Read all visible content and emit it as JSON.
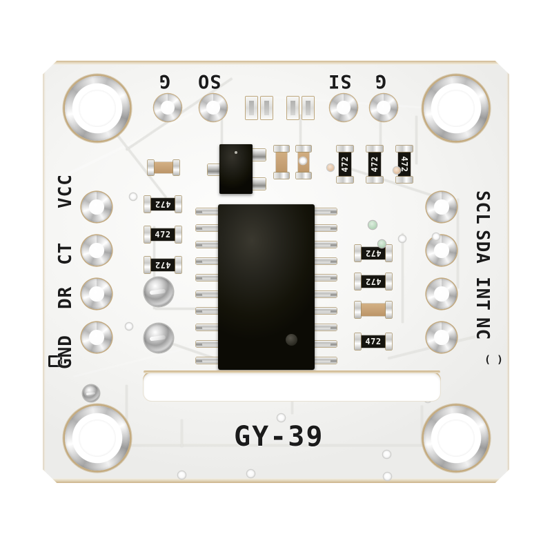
{
  "board": {
    "name": "GY-39",
    "silkscreen_label": "GY-39",
    "substrate_color": "#c9ae80",
    "soldermask_color": "#f5f5f3",
    "background_color": "#ffffff"
  },
  "headers": {
    "top": {
      "orientation": "inverted",
      "pins": [
        {
          "label": "G",
          "name": "ground"
        },
        {
          "label": "SO",
          "name": "spi-miso"
        },
        {
          "label": "SI",
          "name": "spi-mosi"
        },
        {
          "label": "G",
          "name": "ground"
        }
      ]
    },
    "left": {
      "orientation": "rotated-90",
      "pins": [
        {
          "label": "VCC",
          "name": "power"
        },
        {
          "label": "CT",
          "name": "chip-select"
        },
        {
          "label": "DR",
          "name": "data-ready"
        },
        {
          "label": "GND",
          "name": "ground"
        }
      ]
    },
    "right": {
      "orientation": "rotated-90",
      "pins": [
        {
          "label": "SCL",
          "name": "i2c-clock"
        },
        {
          "label": "SDA",
          "name": "i2c-data"
        },
        {
          "label": "INT",
          "name": "interrupt"
        },
        {
          "label": "NC",
          "name": "not-connected"
        }
      ]
    }
  },
  "components": {
    "main_ic": {
      "package": "SSOP-20",
      "pin_count": 20,
      "pins_per_side": 10,
      "body_color": "#15140c"
    },
    "regulator": {
      "package": "SOT-23",
      "pin_count": 3,
      "body_color": "#16150d"
    },
    "resistors_left": [
      {
        "code": "472",
        "orientation": "inverted"
      },
      {
        "code": "472",
        "orientation": "normal"
      },
      {
        "code": "472",
        "orientation": "inverted"
      }
    ],
    "resistors_top_right": [
      {
        "code": "472",
        "orientation": "vertical"
      },
      {
        "code": "472",
        "orientation": "vertical"
      },
      {
        "code": "472",
        "orientation": "vertical"
      }
    ],
    "resistors_right": [
      {
        "code": "472",
        "orientation": "inverted"
      },
      {
        "code": "472",
        "orientation": "inverted"
      },
      {
        "code": "472",
        "orientation": "normal"
      }
    ],
    "capacitors": [
      {
        "name": "cap-upper-left",
        "color": "#c9a479"
      },
      {
        "name": "cap-mid-a",
        "color": "#c9a479"
      },
      {
        "name": "cap-mid-b",
        "color": "#cfae82"
      },
      {
        "name": "cap-right-lower",
        "color": "#cba87c"
      }
    ],
    "empty_footprints": {
      "count": 4,
      "name": "unpopulated-smd-pads"
    },
    "mounting_holes": {
      "count": 4,
      "name": "corner-mounting-hole"
    },
    "solder_blobs": {
      "count": 2,
      "name": "test-point-blob"
    }
  },
  "markings": {
    "square_marker": "□",
    "paren_marker": "( )"
  }
}
